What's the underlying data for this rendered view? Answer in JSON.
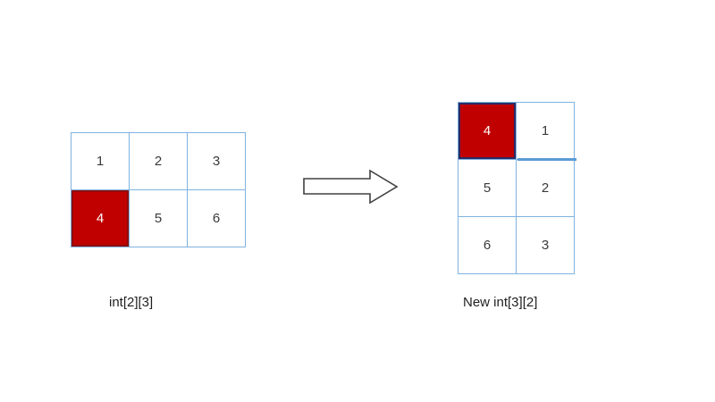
{
  "diagram": {
    "description": "2D array transpose illustration",
    "left_grid": {
      "label": "int[2][3]",
      "rows": [
        [
          "1",
          "2",
          "3"
        ],
        [
          "4",
          "5",
          "6"
        ]
      ],
      "highlight": {
        "row": 1,
        "col": 0,
        "value": "4"
      }
    },
    "right_grid": {
      "label": "New int[3][2]",
      "rows": [
        [
          "4",
          "1"
        ],
        [
          "5",
          "2"
        ],
        [
          "6",
          "3"
        ]
      ],
      "highlight": {
        "row": 0,
        "col": 0,
        "value": "4"
      }
    },
    "colors": {
      "grid_line": "#7fb2e0",
      "thick_divider": "#5b9bd5",
      "highlight_fill": "#c00000",
      "highlight_border_left": "#8e0e0e",
      "highlight_border_right": "#2b2b66",
      "cell_text": "#3a3a3a",
      "highlight_text": "#ffffff",
      "arrow_outline": "#404040",
      "arrow_fill": "#ffffff"
    }
  }
}
